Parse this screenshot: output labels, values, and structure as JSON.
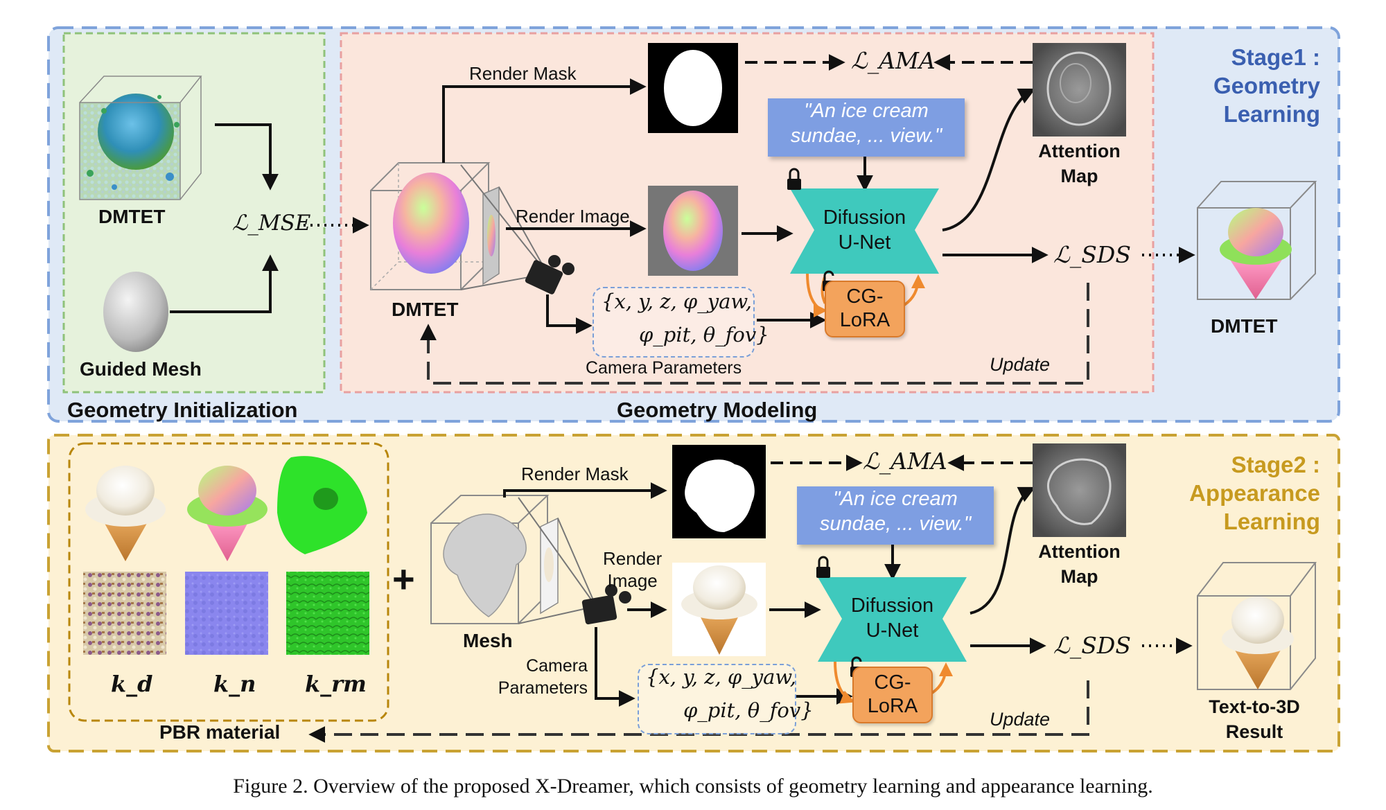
{
  "stage1": {
    "title_lines": [
      "Stage1 :",
      "Geometry",
      "Learning"
    ],
    "title_color": "#3a5fb0",
    "bg": "#dfe9f6",
    "border": "#7fa3db",
    "geometry_init": {
      "section_label": "Geometry Initialization",
      "dmtet_label": "DMTET",
      "loss_label": "ℒ_MSE",
      "guided_mesh_label": "Guided Mesh"
    },
    "geometry_modeling": {
      "section_label": "Geometry Modeling",
      "dmtet_label": "DMTET",
      "render_mask_label": "Render Mask",
      "render_image_label": "Render Image",
      "loss_ama": "ℒ_AMA",
      "prompt_line1": "\"An ice cream",
      "prompt_line2": "sundae, ... view.\"",
      "attention_label_line1": "Attention",
      "attention_label_line2": "Map",
      "unet_line1": "Difussion",
      "unet_line2": "U-Net",
      "lora_line1": "CG-",
      "lora_line2": "LoRA",
      "cam_line1": "{x, y, z, φ_yaw,",
      "cam_line2": "φ_pit, θ_fov}",
      "camera_parameters_label": "Camera Parameters",
      "loss_sds": "ℒ_SDS",
      "update_label": "Update",
      "output_label": "DMTET"
    }
  },
  "stage2": {
    "title_lines": [
      "Stage2 :",
      "Appearance",
      "Learning"
    ],
    "title_color": "#c79a1f",
    "bg": "#fdf1d4",
    "border": "#c9a233",
    "pbr": {
      "section_label": "PBR material",
      "kd": "k_d",
      "kn": "k_n",
      "krm": "k_rm"
    },
    "plus": "+",
    "mesh_label": "Mesh",
    "render_mask_label": "Render Mask",
    "render_image_line1": "Render",
    "render_image_line2": "Image",
    "camera_line1": "Camera",
    "camera_line2": "Parameters",
    "loss_ama": "ℒ_AMA",
    "prompt_line1": "\"An ice cream",
    "prompt_line2": "sundae, ... view.\"",
    "attention_label_line1": "Attention",
    "attention_label_line2": "Map",
    "unet_line1": "Difussion",
    "unet_line2": "U-Net",
    "lora_line1": "CG-",
    "lora_line2": "LoRA",
    "cam_line1": "{x, y, z, φ_yaw,",
    "cam_line2": "φ_pit, θ_fov}",
    "loss_sds": "ℒ_SDS",
    "update_label": "Update",
    "result_line1": "Text-to-3D",
    "result_line2": "Result"
  },
  "caption": "Figure 2. Overview of the proposed X-Dreamer, which consists of geometry learning and appearance learning.",
  "colors": {
    "unet_fill": "#3fc9bd",
    "lora_fill": "#f3a35c",
    "prompt_fill": "#7e9ee2",
    "geometry_init_bg": "#e6f2dc",
    "geometry_init_border": "#8fc27a",
    "geometry_model_bg": "#fbe6dc",
    "geometry_model_border": "#e8a0a0"
  }
}
